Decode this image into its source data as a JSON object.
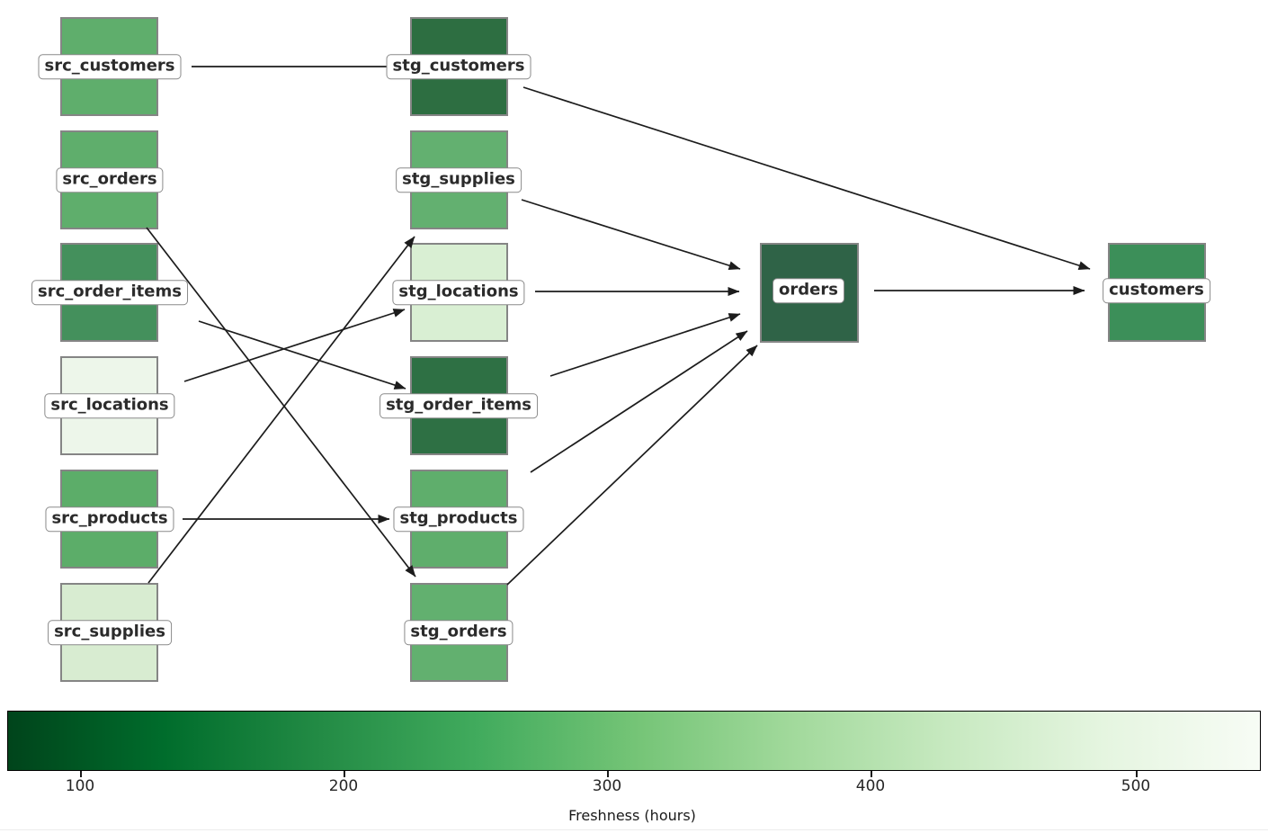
{
  "diagram": {
    "description": "Data lineage DAG with nodes colored by freshness",
    "nodes": [
      {
        "id": "src_customers",
        "label": "src_customers",
        "fill": "#5fae6c",
        "freshness_hours_est": 280
      },
      {
        "id": "src_orders",
        "label": "src_orders",
        "fill": "#5fae6c",
        "freshness_hours_est": 280
      },
      {
        "id": "src_order_items",
        "label": "src_order_items",
        "fill": "#44905c",
        "freshness_hours_est": 215
      },
      {
        "id": "src_locations",
        "label": "src_locations",
        "fill": "#edf6ea",
        "freshness_hours_est": 525
      },
      {
        "id": "src_products",
        "label": "src_products",
        "fill": "#5cad69",
        "freshness_hours_est": 280
      },
      {
        "id": "src_supplies",
        "label": "src_supplies",
        "fill": "#d8ecd1",
        "freshness_hours_est": 465
      },
      {
        "id": "stg_customers",
        "label": "stg_customers",
        "fill": "#2d6e41",
        "freshness_hours_est": 155
      },
      {
        "id": "stg_supplies",
        "label": "stg_supplies",
        "fill": "#63b070",
        "freshness_hours_est": 275
      },
      {
        "id": "stg_locations",
        "label": "stg_locations",
        "fill": "#d9efd3",
        "freshness_hours_est": 460
      },
      {
        "id": "stg_order_items",
        "label": "stg_order_items",
        "fill": "#2e7044",
        "freshness_hours_est": 150
      },
      {
        "id": "stg_products",
        "label": "stg_products",
        "fill": "#5fae6c",
        "freshness_hours_est": 280
      },
      {
        "id": "stg_orders",
        "label": "stg_orders",
        "fill": "#62b06f",
        "freshness_hours_est": 275
      },
      {
        "id": "orders",
        "label": "orders",
        "fill": "#2f6347",
        "freshness_hours_est": 130
      },
      {
        "id": "customers",
        "label": "customers",
        "fill": "#3c8f59",
        "freshness_hours_est": 210
      }
    ],
    "edges": [
      {
        "from": "src_customers",
        "to": "stg_customers"
      },
      {
        "from": "src_orders",
        "to": "stg_orders"
      },
      {
        "from": "src_order_items",
        "to": "stg_order_items"
      },
      {
        "from": "src_locations",
        "to": "stg_locations"
      },
      {
        "from": "src_products",
        "to": "stg_products"
      },
      {
        "from": "src_supplies",
        "to": "stg_supplies"
      },
      {
        "from": "stg_customers",
        "to": "customers"
      },
      {
        "from": "stg_supplies",
        "to": "orders"
      },
      {
        "from": "stg_locations",
        "to": "orders"
      },
      {
        "from": "stg_order_items",
        "to": "orders"
      },
      {
        "from": "stg_products",
        "to": "orders"
      },
      {
        "from": "stg_orders",
        "to": "orders"
      },
      {
        "from": "orders",
        "to": "customers"
      }
    ],
    "colorbar": {
      "axis_label": "Freshness (hours)",
      "ticks": [
        "100",
        "200",
        "300",
        "400",
        "500"
      ],
      "value_range_est": [
        72,
        548
      ],
      "colormap": "Greens reversed (dark green = low hours, white = high hours)",
      "gradient_stops": [
        "#00441b",
        "#006d2c",
        "#238b45",
        "#41ab5d",
        "#74c476",
        "#a1d99b",
        "#c7e9c0",
        "#e5f5e0",
        "#f7fcf5"
      ]
    },
    "edge_color": "#1c1c1c",
    "background": "#ffffff"
  }
}
